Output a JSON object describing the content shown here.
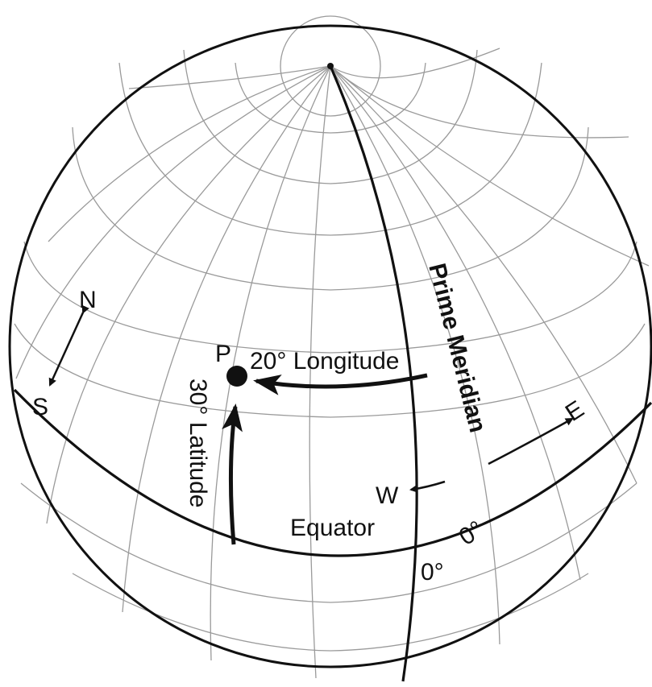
{
  "labels": {
    "prime_meridian": "Prime Meridian",
    "point": "P",
    "longitude": "20° Longitude",
    "latitude": "30° Latitude",
    "equator": "Equator",
    "zero_equator": "0°",
    "zero_meridian": "0°",
    "north": "N",
    "south": "S",
    "east": "E",
    "west": "W"
  },
  "colors": {
    "outline": "#111111",
    "grid": "#9a9a9a",
    "background": "#ffffff"
  }
}
